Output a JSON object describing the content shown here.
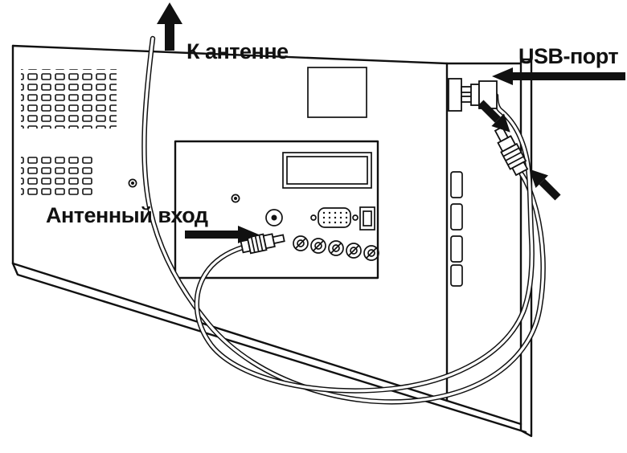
{
  "diagram": {
    "type": "tv-back-connection-diagram",
    "labels": {
      "to_antenna": "К антенне",
      "antenna_input": "Антенный вход",
      "usb_port": "USB-порт"
    },
    "icons": [
      "up-arrow",
      "right-arrow",
      "left-arrow",
      "insert-direction-arrows"
    ],
    "colors": {
      "line": "#111111",
      "background": "#ffffff",
      "arrow": "#111111"
    }
  }
}
